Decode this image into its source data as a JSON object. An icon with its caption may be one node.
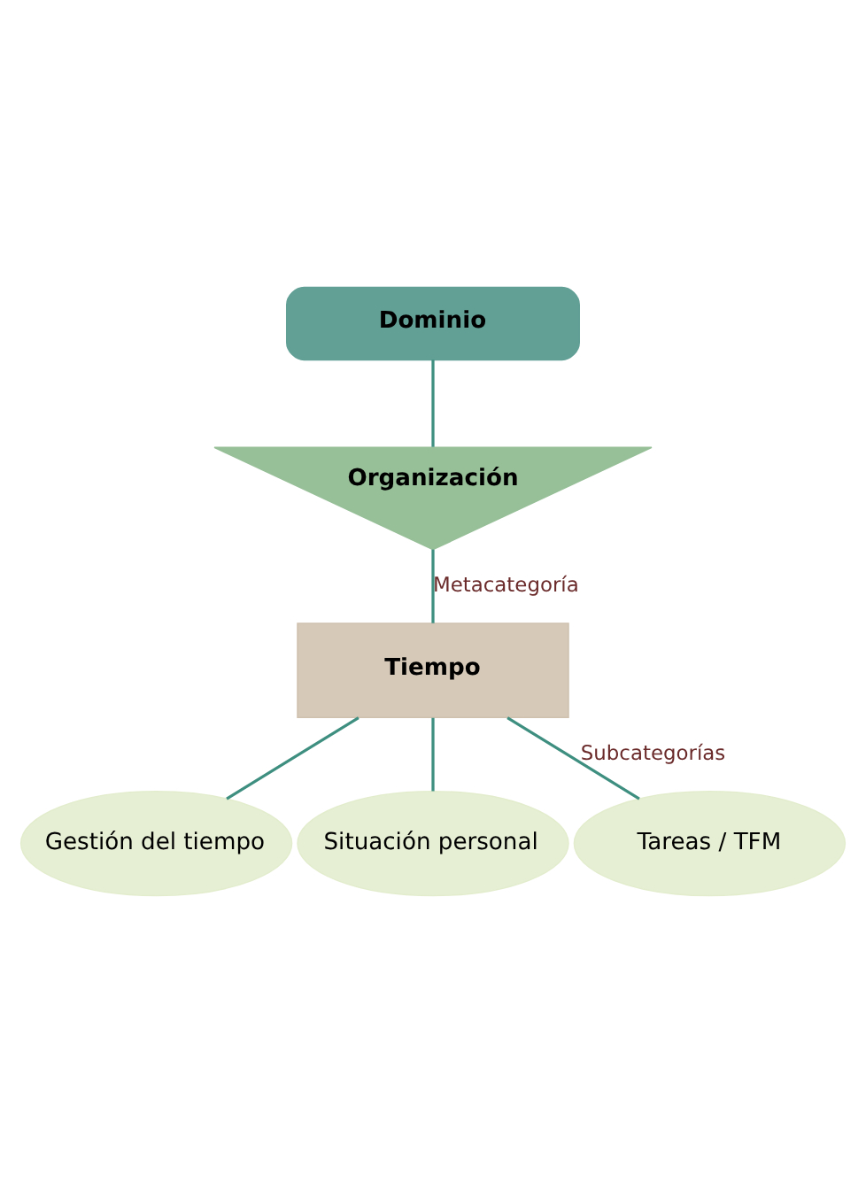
{
  "diagram": {
    "nodes": [
      {
        "text": [
          "Dominio"
        ]
      },
      {
        "text": [
          "Organización"
        ]
      },
      {
        "text": [
          "Tiempo"
        ]
      },
      {
        "text": [
          "Gestión del tiempo"
        ]
      },
      {
        "text": [
          "Situación personal"
        ]
      },
      {
        "text": [
          "Tareas / TFM"
        ]
      }
    ],
    "edges": [
      {
        "from": 0,
        "to": 1,
        "arrow": "none"
      },
      {
        "from": 1,
        "to": 2,
        "arrow": "none",
        "label": "Metacategoría"
      },
      {
        "from": 2,
        "to": 3,
        "arrow": "none"
      },
      {
        "from": 2,
        "to": 5,
        "arrow": "none",
        "label": "Subcategorías"
      },
      {
        "from": 2,
        "to": 4,
        "arrow": "none"
      }
    ]
  }
}
